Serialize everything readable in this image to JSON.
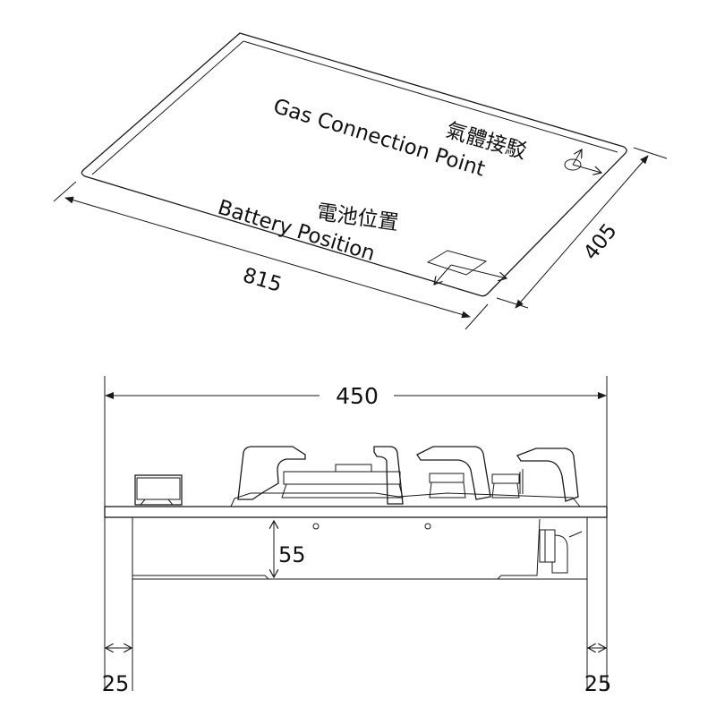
{
  "top_view": {
    "gas_label_zh": "氣體接駁",
    "gas_label_en": "Gas Connection Point",
    "battery_label_zh": "電池位置",
    "battery_label_en": "Battery Position",
    "width_dim": "815",
    "depth_dim": "405"
  },
  "side_view": {
    "width_dim": "450",
    "height_dim": "55",
    "left_margin_dim": "25",
    "right_margin_dim": "25"
  },
  "colors": {
    "line": "#1a1a1a",
    "background": "#ffffff"
  }
}
